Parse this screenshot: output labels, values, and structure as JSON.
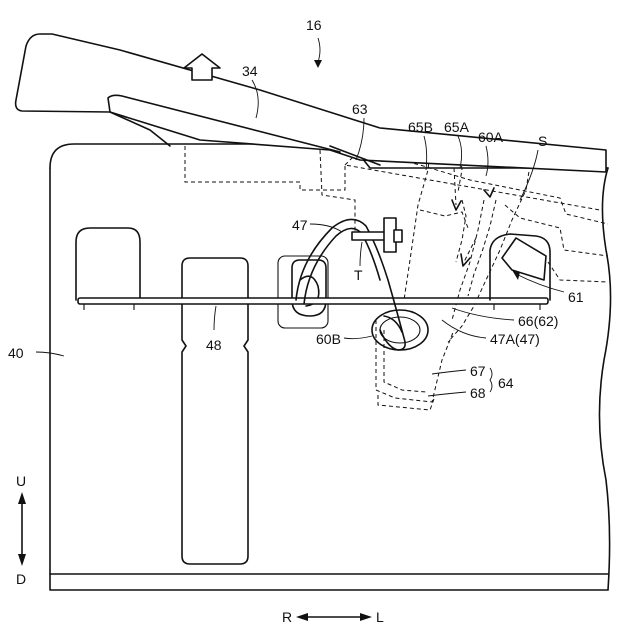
{
  "labels": {
    "l16": "16",
    "l34": "34",
    "l63": "63",
    "l65B": "65B",
    "l65A": "65A",
    "l60A": "60A",
    "lS": "S",
    "l47": "47",
    "lT": "T",
    "l61": "61",
    "l66": "66(62)",
    "l47A": "47A(47)",
    "l60B": "60B",
    "l40": "40",
    "l48": "48",
    "l67": "67",
    "l68": "68",
    "l64": "64"
  },
  "directions": {
    "up": "U",
    "down": "D",
    "right": "R",
    "left": "L"
  }
}
